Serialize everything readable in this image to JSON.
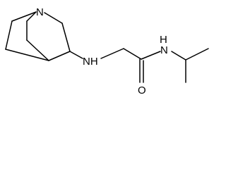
{
  "molecule": {
    "atom_labels": {
      "ring_nitrogen": "N",
      "amine_nh": "NH",
      "amide_nh": "H",
      "amide_n": "N",
      "carbonyl_oxygen": "O"
    },
    "colors": {
      "bond": "#000000",
      "text": "#000000",
      "background": "#ffffff"
    }
  }
}
